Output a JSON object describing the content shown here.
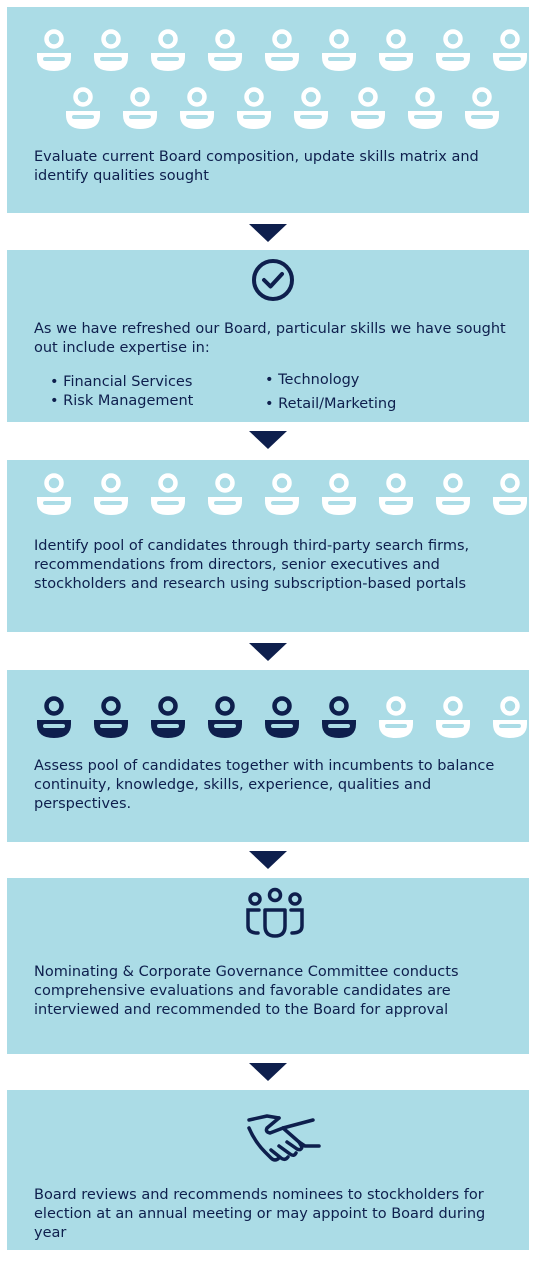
{
  "colors": {
    "box_bg": "#abdce6",
    "navy": "#0e1f4d",
    "white": "#ffffff"
  },
  "steps": [
    {
      "icon": "people-row-icon-white",
      "text": "Evaluate current Board composition, update skills matrix and identify qualities sought"
    },
    {
      "icon": "check-circle-icon",
      "text": "As we have refreshed our Board, particular skills we have sought out include expertise in:",
      "bullets": [
        "• Financial Services",
        "• Risk Management",
        "• Technology",
        "• Retail/Marketing"
      ]
    },
    {
      "icon": "people-row-icon-white",
      "text": "Identify pool of candidates through third-party search firms, recommendations from directors, senior executives and stockholders and research using subscription-based portals"
    },
    {
      "icon": "people-row-icon-mixed",
      "text": "Assess pool of candidates together with incumbents to balance continuity, knowledge, skills, experience, qualities and perspectives."
    },
    {
      "icon": "committee-group-icon",
      "text": "Nominating & Corporate Governance Committee conducts comprehensive evaluations and favorable candidates are interviewed and recommended to the Board for approval"
    },
    {
      "icon": "handshake-icon",
      "text": "Board reviews and recommends nominees to stockholders for election at an annual meeting or may appoint to Board during year"
    }
  ]
}
